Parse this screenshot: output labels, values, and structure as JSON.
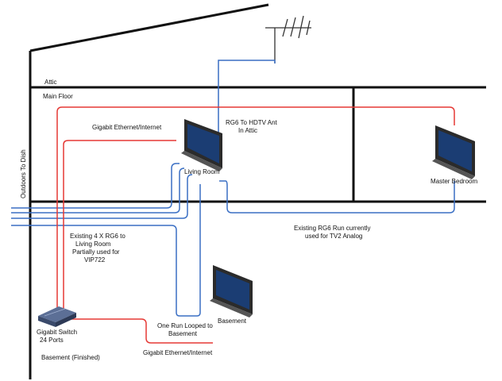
{
  "labels": {
    "attic": "Attic",
    "main_floor": "Main Floor",
    "gigabit_top": "Gigabit Ethernet/Internet",
    "rg6_ant_line1": "RG6 To HDTV Ant",
    "rg6_ant_line2": "In Attic",
    "living_room": "Living Room",
    "master_bedroom": "Master Bedroom",
    "outdoors_dish": "Outdoors To Dish",
    "existing_rg6_line1": "Existing 4 X RG6 to",
    "existing_rg6_line2": "Living Room",
    "existing_rg6_line3": "Partially used for",
    "existing_rg6_line4": "VIP722",
    "existing_run_line1": "Existing RG6 Run currently",
    "existing_run_line2": "used for TV2 Analog",
    "basement_tv": "Basement",
    "loop_line1": "One Run Looped to",
    "loop_line2": "Basement",
    "switch_line1": "Gigabit Switch",
    "switch_line2": "24 Ports",
    "gigabit_bottom": "Gigabit Ethernet/Internet",
    "basement_finished": "Basement (Finished)"
  },
  "colors": {
    "wall": "#111111",
    "coax": "#3a6fc4",
    "ethernet": "#e53935",
    "tv_screen": "#1b3d73",
    "tv_frame": "#2b2b2b"
  },
  "icons": [
    "antenna-icon",
    "tv-icon",
    "network-switch-icon"
  ]
}
